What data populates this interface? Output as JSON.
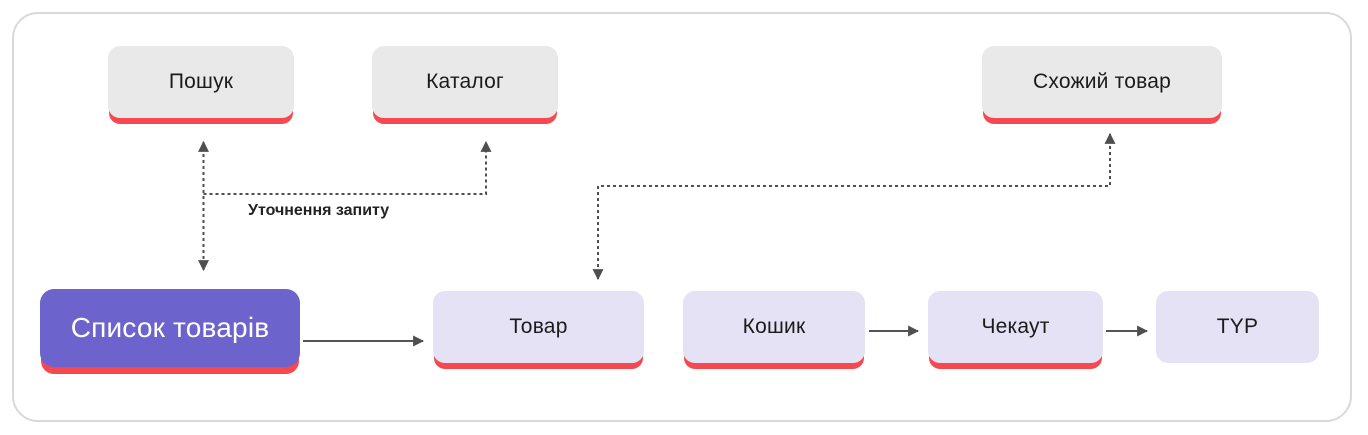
{
  "diagram": {
    "nodes": [
      {
        "id": "search",
        "label": "Пошук"
      },
      {
        "id": "catalog",
        "label": "Каталог"
      },
      {
        "id": "similar-product",
        "label": "Схожий товар"
      },
      {
        "id": "product-list",
        "label": "Список товарів"
      },
      {
        "id": "product",
        "label": "Товар"
      },
      {
        "id": "cart",
        "label": "Кошик"
      },
      {
        "id": "checkout",
        "label": "Чекаут"
      },
      {
        "id": "thank-you-page",
        "label": "TYP"
      }
    ],
    "edges": [
      {
        "from": "product-list",
        "to": "search",
        "style": "dashed",
        "bidirectional": true,
        "label": "Уточнення запиту"
      },
      {
        "from": "product-list",
        "to": "catalog",
        "style": "dashed",
        "bidirectional": false,
        "label": ""
      },
      {
        "from": "product-list",
        "to": "product",
        "style": "solid",
        "bidirectional": false,
        "label": ""
      },
      {
        "from": "product",
        "to": "similar-product",
        "style": "dashed",
        "bidirectional": true,
        "label": ""
      },
      {
        "from": "cart",
        "to": "checkout",
        "style": "solid",
        "bidirectional": false,
        "label": ""
      },
      {
        "from": "checkout",
        "to": "thank-you-page",
        "style": "solid",
        "bidirectional": false,
        "label": ""
      }
    ],
    "colors": {
      "accent_red": "#F5484F",
      "primary_purple": "#6C64CC",
      "node_gray": "#E9E9E9",
      "node_lavender": "#E4E2F4",
      "connector": "#4F4F4F",
      "frame_border": "#D9D9D9",
      "text": "#1B1B1B"
    }
  }
}
